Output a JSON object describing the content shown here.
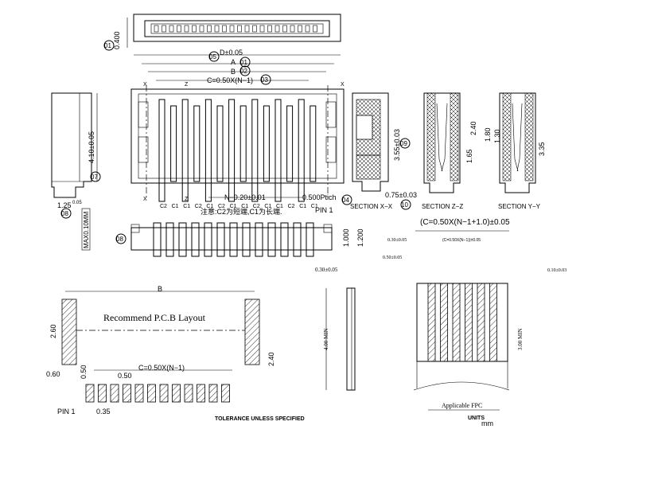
{
  "labels": {
    "d_dim": "D±0.05",
    "a_dim": "A",
    "b_dim": "B",
    "c_dim_top": "C=0.50X(N−1)",
    "n_dim": "N−0.20±0.01",
    "pitch": "0.500Ptich",
    "pin1_top": "PIN 1",
    "note": "注意:C2为短端,C1为长端.",
    "dim_0400": "0.400",
    "dim_410": "4.10±0.05",
    "dim_125": "1.25",
    "dim_125_tol": "0.05",
    "dim_max": "MAX0.10MM",
    "dim_1000": "1.000",
    "dim_1200": "1.200",
    "dim_355": "3.55±0.03",
    "dim_075": "0.75±0.03",
    "dim_240_z": "2.40",
    "dim_165": "1.65",
    "dim_180": "1.80",
    "dim_130": "1.30",
    "dim_335": "3.35",
    "section_xx": "SECTION X−X",
    "section_zz": "SECTION Z−Z",
    "section_yy": "SECTION Y−Y",
    "pcb_title": "Recommend P.C.B Layout",
    "pcb_b": "B",
    "pcb_260": "2.60",
    "pcb_240": "2.40",
    "pcb_060": "0.60",
    "pcb_050a": "0.50",
    "pcb_050b": "0.50",
    "pcb_c": "C=0.50X(N−1)",
    "pcb_pin1": "PIN 1",
    "pcb_035": "0.35",
    "tolerance": "TOLERANCE UNLESS SPECIFIED",
    "fpc_c": "(C=0.50X(N−1+1.0)±0.05",
    "fpc_c_small": "(C=0.50X(N−1))±0.05",
    "fpc_030a": "0.30±0.05",
    "fpc_050": "0.50±0.05",
    "fpc_010": "0.10±0.03",
    "fpc_030b": "0.30±0.05",
    "fpc_400": "4.00 MIN",
    "fpc_300": "3.00 MIN",
    "fpc_title": "Applicable FPC",
    "units": "UNITS",
    "mm": "mm",
    "x_mark": "X",
    "z_mark": "Z",
    "c1": "C1",
    "c2": "C2"
  },
  "balloons": [
    "01",
    "02",
    "03",
    "04",
    "05",
    "06",
    "07",
    "08",
    "09",
    "10"
  ],
  "bottom_contacts": [
    "C2",
    "C1",
    "C1",
    "C2",
    "C1",
    "C2",
    "C1",
    "C1",
    "C2",
    "C1",
    "C1",
    "C2",
    "C1",
    "C1"
  ]
}
